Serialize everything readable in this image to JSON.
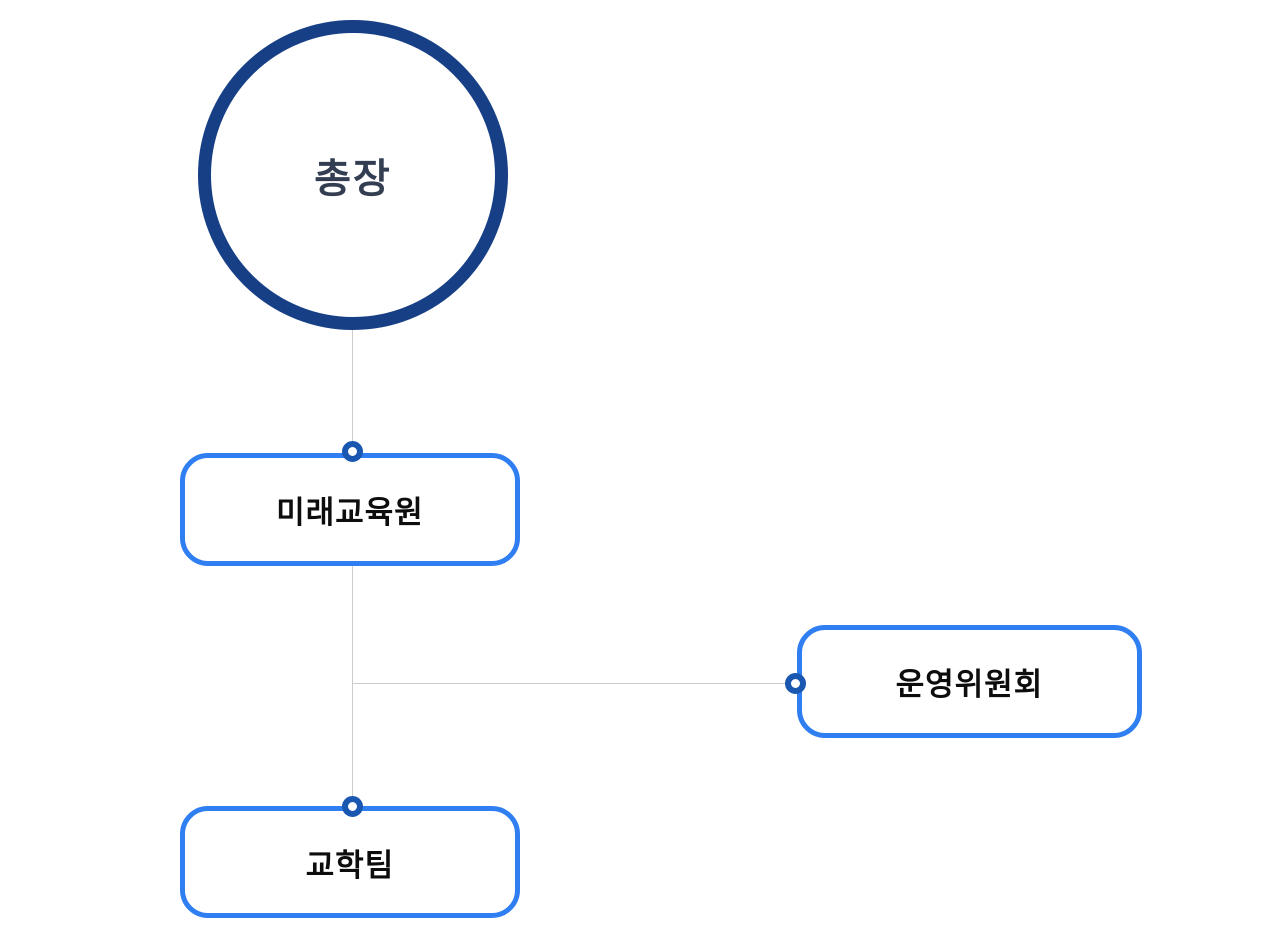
{
  "org_chart": {
    "type": "organization-diagram",
    "root": {
      "label": "총장"
    },
    "nodes": [
      {
        "label": "미래교육원",
        "parent": "총장"
      },
      {
        "label": "운영위원회",
        "parent": "미래교육원"
      },
      {
        "label": "교학팀",
        "parent": "미래교육원"
      }
    ],
    "colors": {
      "background": "#ffffff",
      "root_border": "#173f85",
      "root_text": "#333e52",
      "node_border": "#2f7ef2",
      "node_text": "#0d0d0d",
      "connector_line": "#cccccc",
      "connector_dot_ring": "#1a57b0",
      "connector_dot_fill": "#ffffff"
    }
  }
}
